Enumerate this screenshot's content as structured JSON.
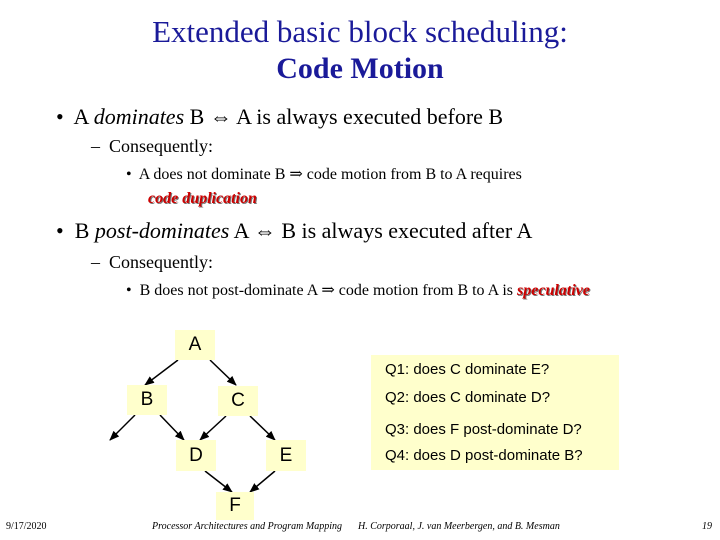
{
  "title": {
    "line1": "Extended basic block scheduling:",
    "line2": "Code Motion"
  },
  "bullets": {
    "b1": {
      "marker": "•",
      "pre": "A ",
      "em": "dominates",
      "post": " B ",
      "symbol": "⇔",
      "rest": " A is always executed before B"
    },
    "b1_sub": {
      "marker": "–",
      "text": "Consequently:"
    },
    "b1_subsub": {
      "marker": "•",
      "pre": "A does not dominate B ",
      "symbol": "⇒",
      "post": " code motion from B to A requires",
      "highlight": "code duplication"
    },
    "b2": {
      "marker": "•",
      "pre": "B ",
      "em": "post-dominates",
      "post": " A ",
      "symbol": "⇔",
      "rest": " B is always executed after A"
    },
    "b2_sub": {
      "marker": "–",
      "text": "Consequently:"
    },
    "b2_subsub": {
      "marker": "•",
      "pre": "B does not post-dominate A ",
      "symbol": "⇒",
      "post": " code motion from B to A is ",
      "highlight": "speculative"
    }
  },
  "graph": {
    "nodes": {
      "A": "A",
      "B": "B",
      "C": "C",
      "D": "D",
      "E": "E",
      "F": "F"
    }
  },
  "questions": {
    "q1": "Q1: does C dominate E?",
    "q2": "Q2: does C dominate D?",
    "q3": "Q3: does F post-dominate D?",
    "q4": "Q4: does D post-dominate B?"
  },
  "footer": {
    "date": "9/17/2020",
    "course": "Processor Architectures and Program Mapping",
    "authors": "H. Corporaal, J. van Meerbergen, and B. Mesman",
    "page": "19"
  }
}
